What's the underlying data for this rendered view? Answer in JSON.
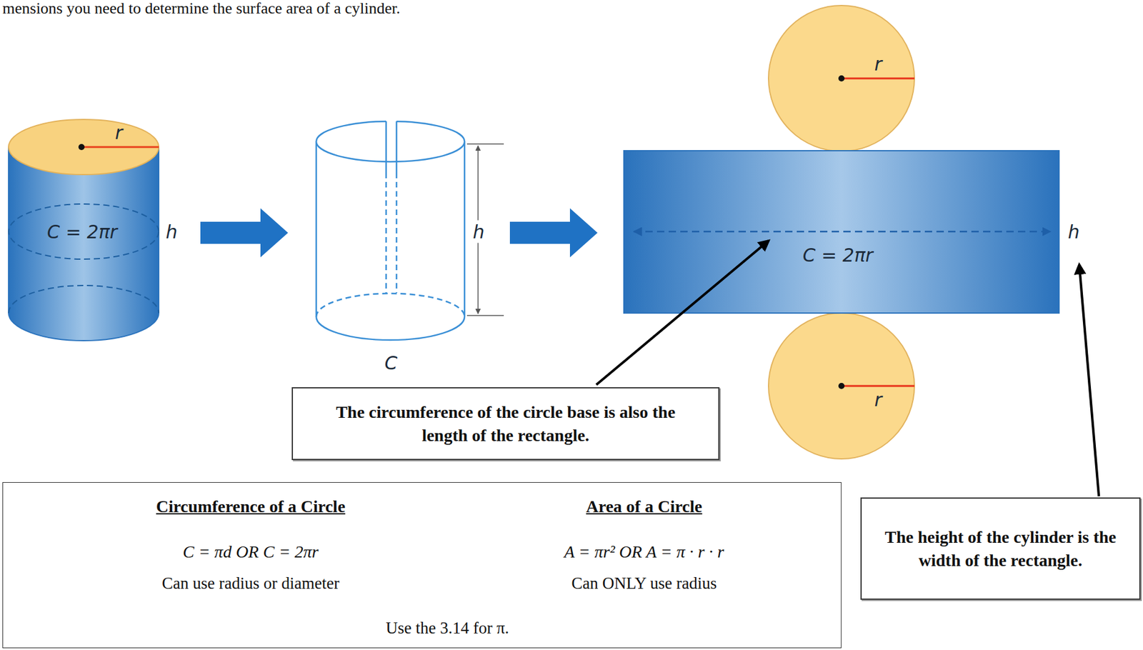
{
  "diagram": {
    "nodes": [
      {
        "text": [
          "The circumference of the circle base is also the length of the rectangle."
        ]
      },
      {
        "text": [
          "The height of the cylinder is the width of the rectangle."
        ]
      },
      {
        "text": [
          "Circumference of a Circle",
          "C = πd OR C = 2πr",
          "Can use radius or diameter",
          "Area of a Circle",
          "A = πr² OR A = π · r · r",
          "Can ONLY use radius",
          "Use the 3.14 for π."
        ]
      }
    ],
    "labels": [
      "mensions you need to determine the surface area of a cylinder.",
      "r",
      "C = 2πr",
      "h",
      "h",
      "C",
      "C = 2πr",
      "h",
      "r",
      "r"
    ]
  }
}
